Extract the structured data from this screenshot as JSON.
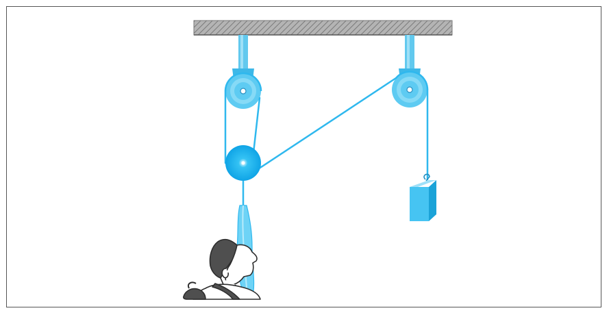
{
  "figure": {
    "type": "pulley-system-illustration",
    "colors": {
      "rope": "#2fb8ee",
      "pulley_outer": "#5ecbf2",
      "pulley_inner": "#86daf6",
      "mount": "#62c9ee",
      "block_front": "#46c4f2",
      "block_side": "#1ba3d8",
      "block_top": "#9fe0f8",
      "ceiling": "#9a9a9a",
      "hair": "#4f4f4f",
      "skin": "#ffffff",
      "outline": "#2d2d2d"
    },
    "elements": [
      "ceiling-beam",
      "left-fixed-pulley",
      "right-fixed-pulley",
      "movable-pulley",
      "hanging-weight",
      "person-with-backpack"
    ]
  }
}
